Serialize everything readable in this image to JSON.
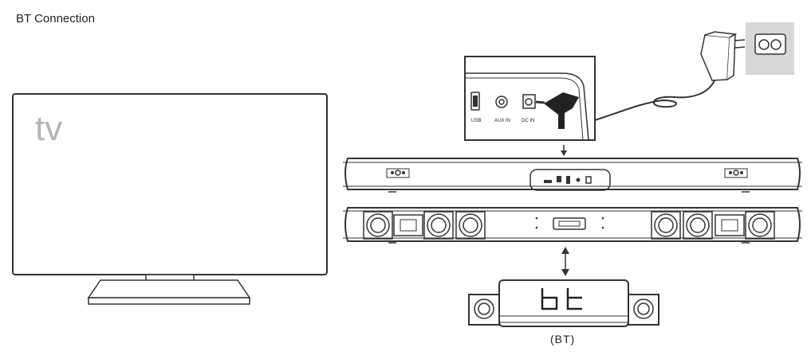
{
  "title": "BT Connection",
  "tv": {
    "label": "tv"
  },
  "ports": {
    "usb": "USB",
    "aux_in": "AUX IN",
    "dc_in": "DC IN"
  },
  "display": {
    "text": "bt",
    "caption": "(BT)"
  }
}
